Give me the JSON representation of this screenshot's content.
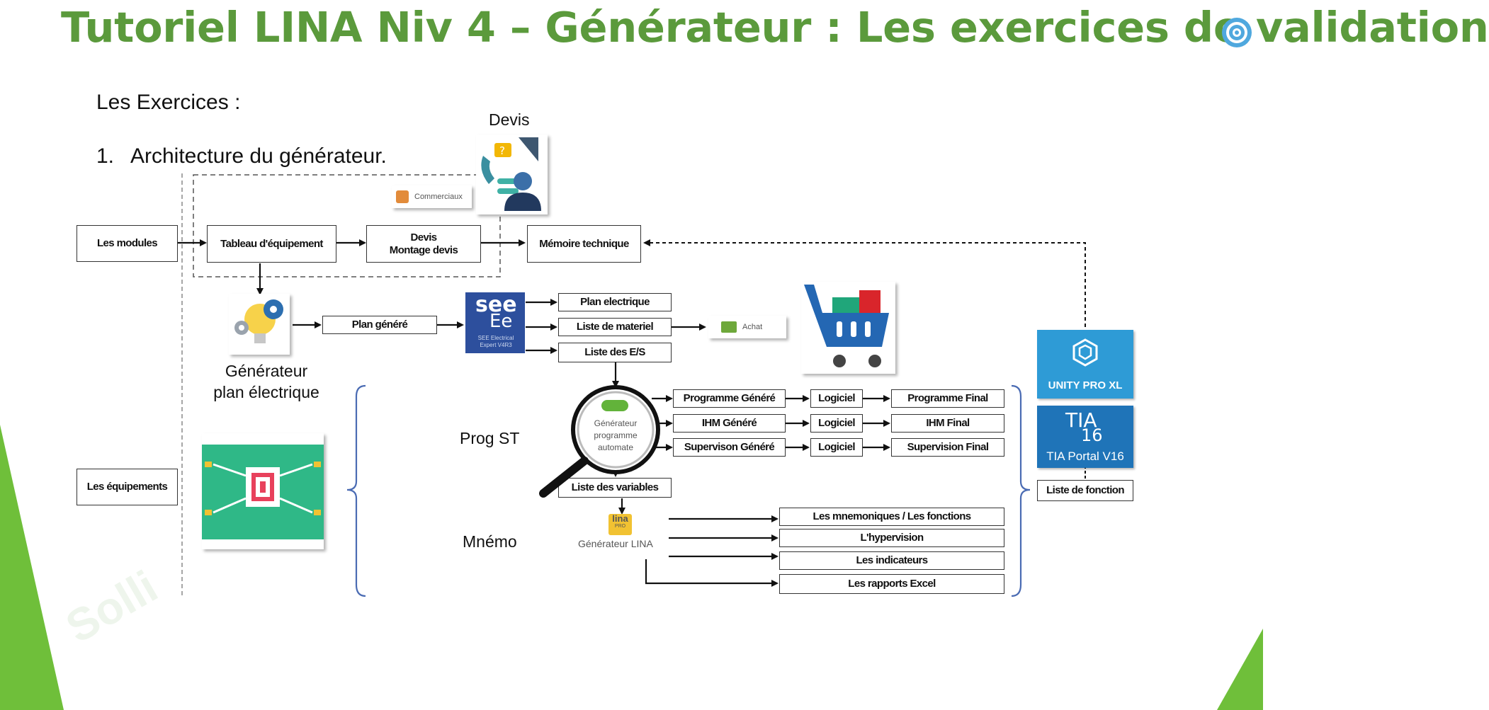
{
  "title": "Tutoriel LINA Niv 4 – Générateur : Les exercices de validation",
  "heading": "Les Exercices :",
  "list_item": {
    "number": "1.",
    "text": "Architecture du générateur."
  },
  "labels": {
    "devis": "Devis",
    "generateur_plan": [
      "Générateur",
      "plan électrique"
    ],
    "prog_st": "Prog ST",
    "mnemo": "Mnémo",
    "commerciaux": "Commerciaux",
    "achat": "Achat",
    "generateur_programme": [
      "Générateur",
      "programme",
      "automate"
    ],
    "generateur_lina": "Générateur LINA",
    "lina_logo": "lina",
    "lina_logo_sub": "PRO",
    "see_logo_top": "see",
    "see_logo_bottom": "Ee",
    "see_caption": [
      "SEE Electrical",
      "Expert V4R3"
    ],
    "unity": "UNITY PRO XL",
    "tia_logo_top": "TIA",
    "tia_logo_num": "16",
    "tia": "TIA Portal V16",
    "watermark": "Solli"
  },
  "boxes": {
    "modules": "Les modules",
    "tableau": "Tableau d'équipement",
    "devis_line1": "Devis",
    "devis_line2": "Montage devis",
    "memoire": "Mémoire technique",
    "plan_genere": "Plan généré",
    "plan_elec": "Plan electrique",
    "liste_materiel": "Liste de materiel",
    "liste_es": "Liste des E/S",
    "prog_genere": "Programme Généré",
    "ihm_genere": "IHM Généré",
    "superv_genere": "Supervison Généré",
    "logiciel1": "Logiciel",
    "logiciel2": "Logiciel",
    "logiciel3": "Logiciel",
    "prog_final": "Programme Final",
    "ihm_final": "IHM Final",
    "superv_final": "Supervision Final",
    "liste_variables": "Liste des variables",
    "equipements": "Les équipements",
    "liste_fonction": "Liste de fonction",
    "mnemoniques": "Les mnemoniques / Les fonctions",
    "hypervision": "L'hypervision",
    "indicateurs": "Les indicateurs",
    "rapports": "Les rapports Excel"
  },
  "colors": {
    "title": "#5b9a3c",
    "accent_green": "#6fbf3a",
    "brace": "#4a6bb3",
    "unity": "#2e9bd6",
    "tia": "#1f74b8"
  }
}
